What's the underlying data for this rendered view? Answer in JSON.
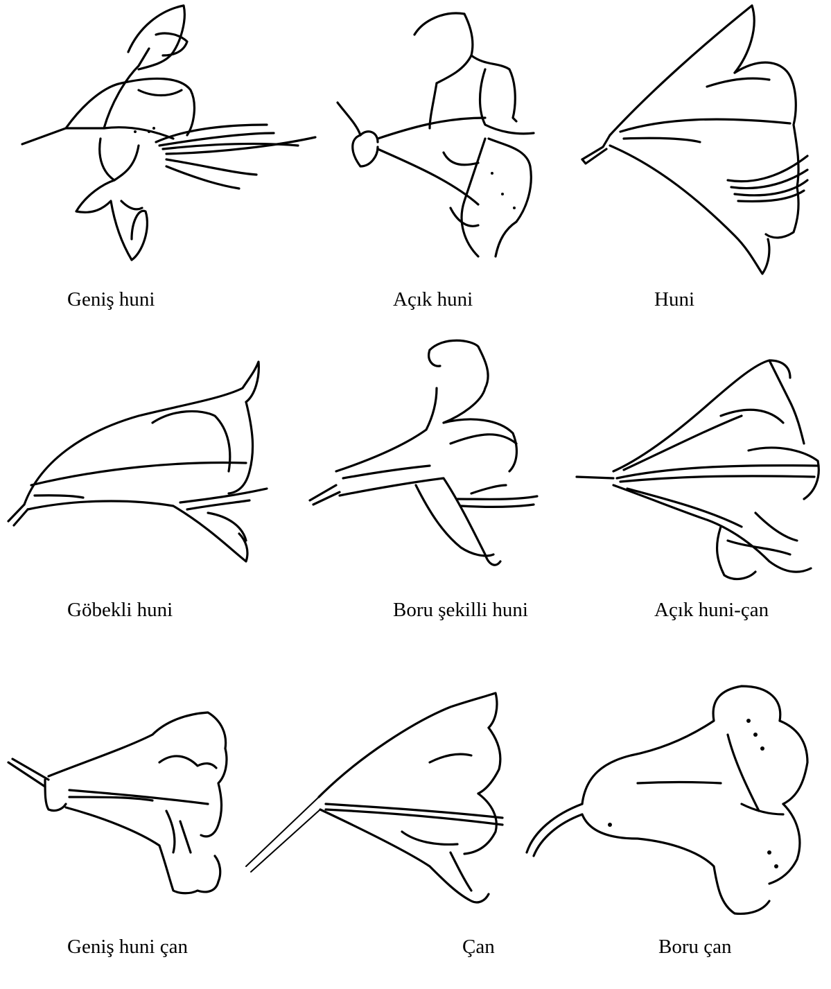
{
  "figures": [
    {
      "id": "genis-huni",
      "label": "Geniş huni"
    },
    {
      "id": "acik-huni",
      "label": "Açık huni"
    },
    {
      "id": "huni",
      "label": "Huni"
    },
    {
      "id": "gobekli-huni",
      "label": "Göbekli huni"
    },
    {
      "id": "boru-sekilli-huni",
      "label": "Boru şekilli huni"
    },
    {
      "id": "acik-huni-can",
      "label": "Açık huni-çan"
    },
    {
      "id": "genis-huni-can",
      "label": "Geniş huni çan"
    },
    {
      "id": "can",
      "label": "Çan"
    },
    {
      "id": "boru-can",
      "label": "Boru çan"
    }
  ],
  "colors": {
    "line": "#000000",
    "background": "#ffffff"
  }
}
